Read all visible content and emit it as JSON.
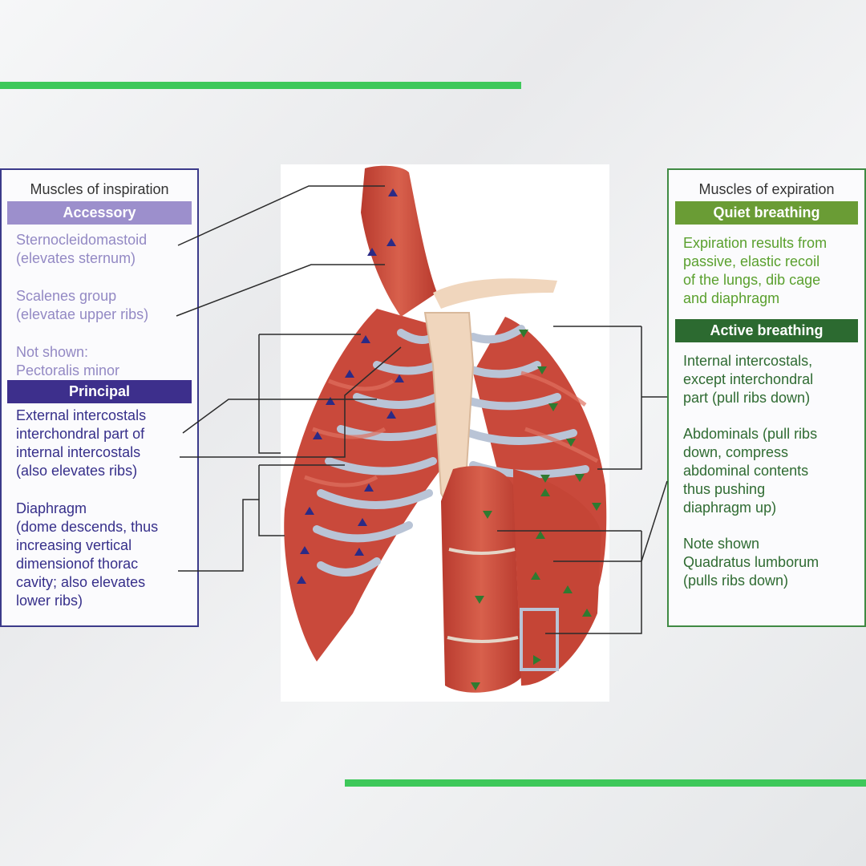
{
  "inspiration": {
    "title": "Muscles of inspiration",
    "accessory_label": "Accessory",
    "accessory_items": [
      "Sternocleidomastoid\n(elevates sternum)",
      "Scalenes group\n(elevatae upper ribs)",
      "Not shown:\nPectoralis minor"
    ],
    "principal_label": "Principal",
    "principal_items": [
      "External intercostals\ninterchondral part of\ninternal intercostals\n(also elevates ribs)",
      "Diaphragm\n(dome descends, thus\nincreasing vertical\ndimensionof thorac\ncavity; also elevates\nlower ribs)"
    ]
  },
  "expiration": {
    "title": "Muscles of expiration",
    "quiet_label": "Quiet breathing",
    "quiet_text": "Expiration results from\npassive, elastic recoil\nof the lungs, dib cage\nand diaphragm",
    "active_label": "Active breathing",
    "active_items": [
      "Internal intercostals,\nexcept interchondral\npart (pull ribs down)",
      "Abdominals (pull ribs\ndown, compress\nabdominal contents\nthus pushing\ndiaphragm up)",
      "Note shown\nQuadratus lumborum\n(pulls ribs down)"
    ]
  },
  "colors": {
    "accent_bar": "#3ec85a",
    "inspiration_border": "#3b3a8a",
    "accessory_band": "#9c8fcc",
    "principal_band": "#3d2f8c",
    "expiration_border": "#3f8a43",
    "quiet_band": "#6a9c35",
    "active_band": "#2c6a30",
    "muscle": "#c8483a",
    "rib_cartilage": "#b7c3d3",
    "bone": "#f0d6bd"
  }
}
